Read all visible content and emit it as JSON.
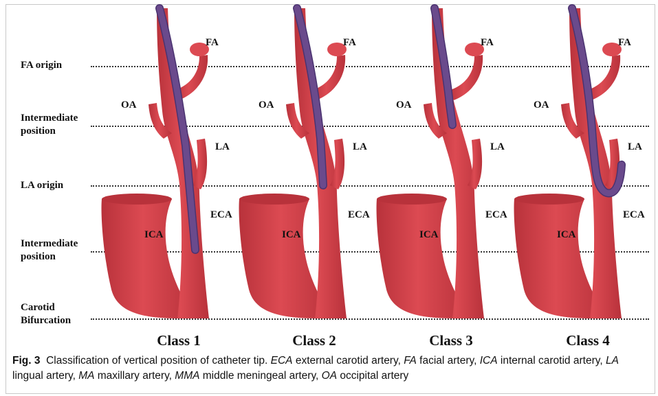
{
  "levels": [
    {
      "label": "FA origin"
    },
    {
      "label": "Intermediate\nposition"
    },
    {
      "label": "LA origin"
    },
    {
      "label": "Intermediate\nposition"
    },
    {
      "label": "Carotid\nBifurcation"
    }
  ],
  "panels": [
    {
      "class_label": "Class 1",
      "fa": "FA",
      "oa": "OA",
      "la": "LA",
      "eca": "ECA",
      "ica": "ICA"
    },
    {
      "class_label": "Class 2",
      "fa": "FA",
      "oa": "OA",
      "la": "LA",
      "eca": "ECA",
      "ica": "ICA"
    },
    {
      "class_label": "Class 3",
      "fa": "FA",
      "oa": "OA",
      "la": "LA",
      "eca": "ECA",
      "ica": "ICA"
    },
    {
      "class_label": "Class 4",
      "fa": "FA",
      "oa": "OA",
      "la": "LA",
      "eca": "ECA",
      "ica": "ICA"
    }
  ],
  "caption": {
    "fig_label": "Fig. 3",
    "title": "Classification of vertical position of catheter tip.",
    "parts": [
      {
        "abbr": "ECA",
        "text": " external carotid artery, "
      },
      {
        "abbr": "FA",
        "text": " facial artery, "
      },
      {
        "abbr": "ICA",
        "text": " internal carotid artery, "
      },
      {
        "abbr": "LA",
        "text": " lingual artery, "
      },
      {
        "abbr": "MA",
        "text": " maxillary artery, "
      },
      {
        "abbr": "MMA",
        "text": " middle meningeal artery, "
      },
      {
        "abbr": "OA",
        "text": " occipital artery"
      }
    ]
  },
  "colors": {
    "artery": "#dc4a52",
    "artery_dark": "#b8323b",
    "catheter": "#6a4a8c",
    "catheter_edge": "#4a3370"
  }
}
